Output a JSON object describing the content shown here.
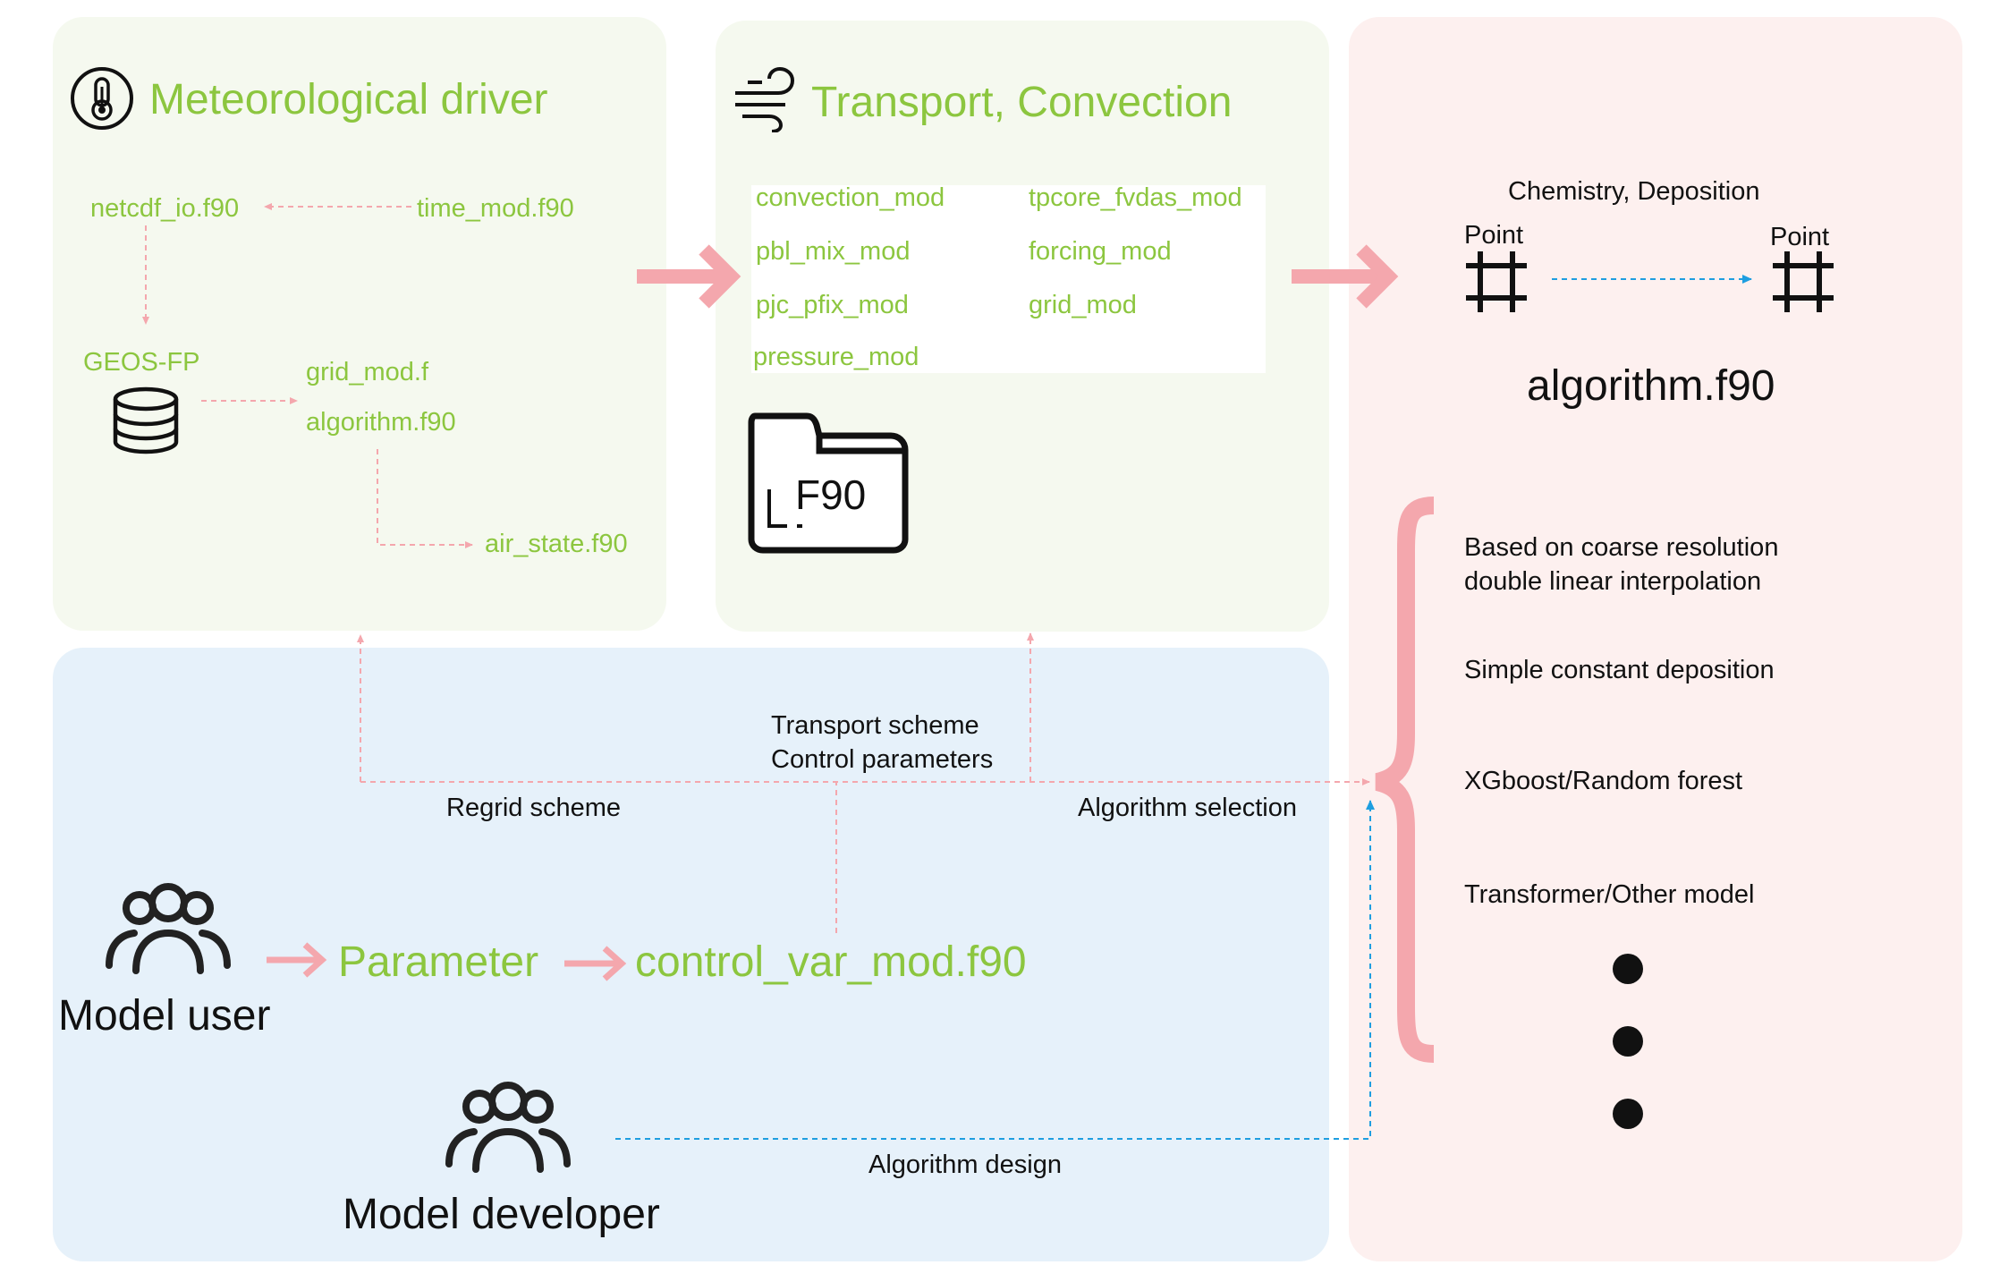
{
  "colors": {
    "accent_green": "#8cc63f",
    "arrow_pink": "#f4a7ad",
    "arrow_blue": "#1e9ee0",
    "panel_green": "#f5f9ef",
    "panel_blue": "#e6f1fa",
    "panel_pink": "#fdf0ef",
    "text_dark": "#111111"
  },
  "met": {
    "title": "Meteorological driver",
    "icon": "thermometer-icon",
    "netcdf": "netcdf_io.f90",
    "time": "time_mod.f90",
    "geos": "GEOS-FP",
    "db_icon": "database-icon",
    "grid": "grid_mod.f",
    "algorithm": "algorithm.f90",
    "air": "air_state.f90"
  },
  "transport": {
    "title": "Transport, Convection",
    "icon": "wind-icon",
    "modules": [
      "convection_mod",
      "tpcore_fvdas_mod",
      "pbl_mix_mod",
      "forcing_mod",
      "pjc_pfix_mod",
      "grid_mod",
      "pressure_mod"
    ],
    "file_label": "F90",
    "file_icon": "f90-file-icon"
  },
  "chem": {
    "title": "Chemistry, Deposition",
    "point_left": "Point",
    "point_right": "Point",
    "grid_icon": "grid-cell-icon",
    "algorithm": "algorithm.f90",
    "options": [
      {
        "line1": "Based on coarse resolution",
        "line2": "double linear interpolation"
      },
      {
        "line1": "Simple constant deposition",
        "line2": ""
      },
      {
        "line1": "XGboost/Random forest",
        "line2": ""
      },
      {
        "line1": "Transformer/Other model",
        "line2": ""
      }
    ]
  },
  "user": {
    "transport_scheme": "Transport scheme",
    "control_params": "Control parameters",
    "regrid": "Regrid scheme",
    "algorithm_selection": "Algorithm selection",
    "model_user": "Model user",
    "parameter": "Parameter",
    "control_var": "control_var_mod.f90",
    "model_developer": "Model developer",
    "algorithm_design": "Algorithm design",
    "users_icon": "users-icon"
  }
}
